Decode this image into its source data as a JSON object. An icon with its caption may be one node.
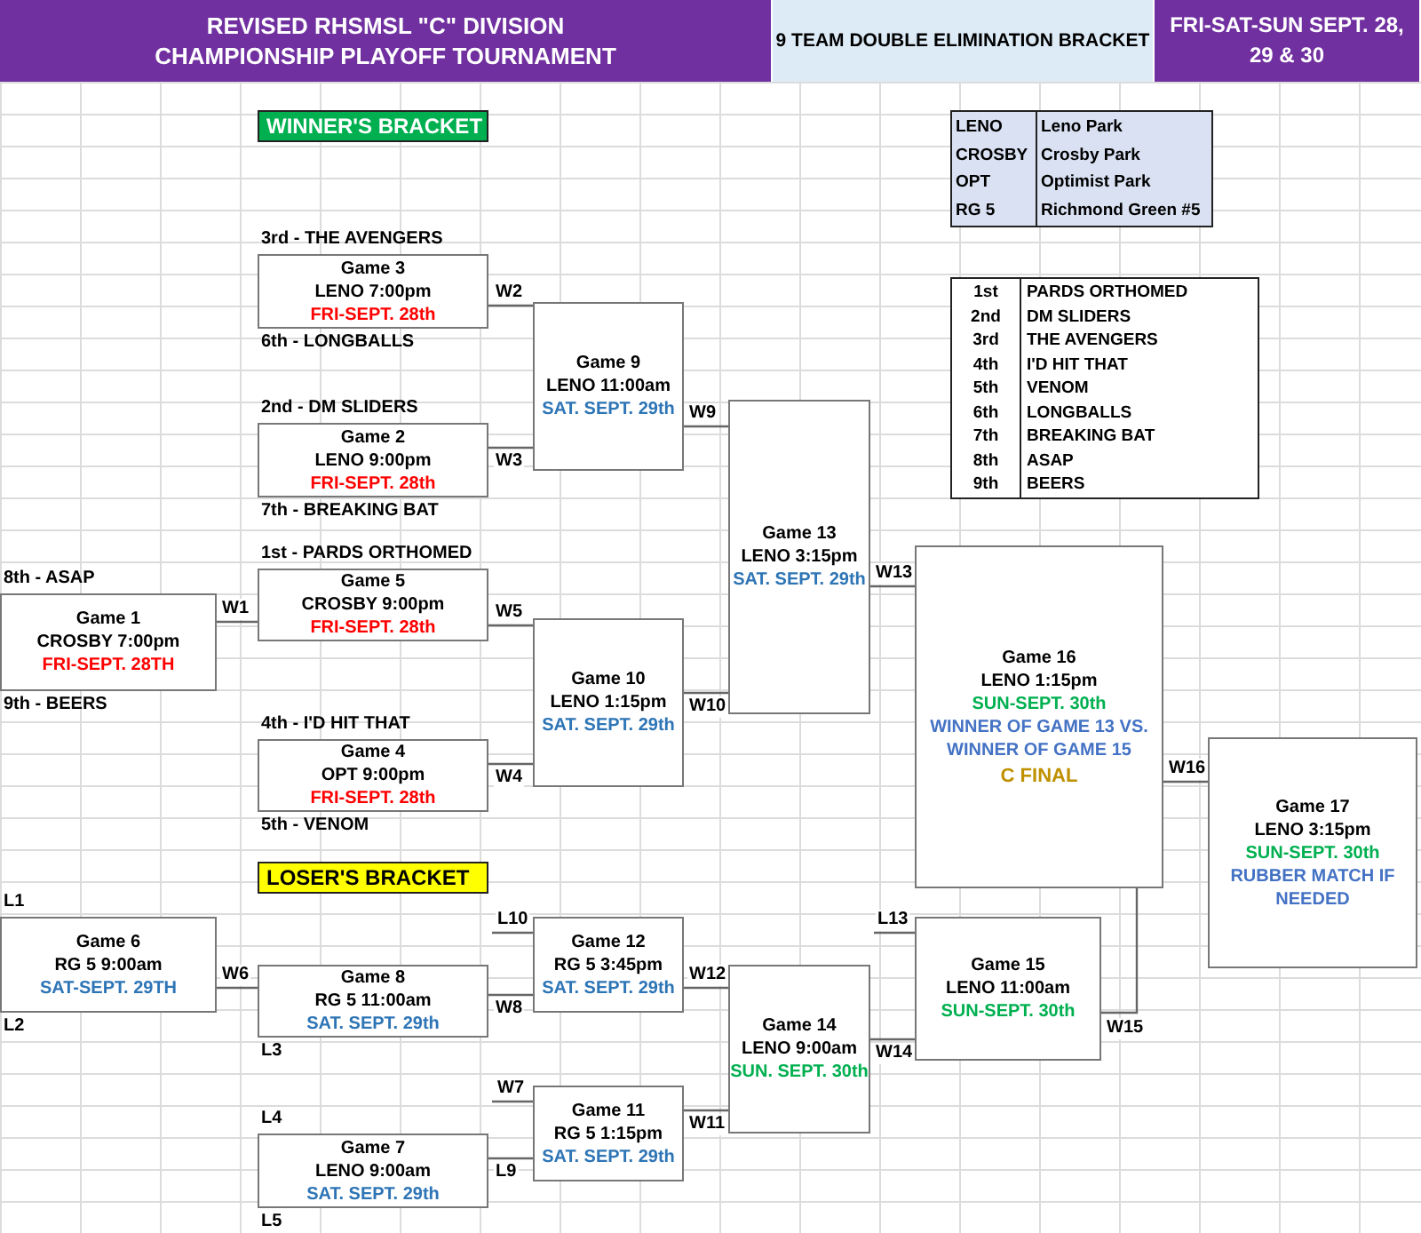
{
  "diagram": {
    "title": "REVISED RHSMSL \"C\" DIVISION CHAMPIONSHIP PLAYOFF TOURNAMENT",
    "nodes": [
      {
        "text": [
          "WINNER'S BRACKET"
        ]
      },
      {
        "text": [
          "Game 3",
          "LENO 7:00pm",
          "FRI-SEPT. 28th"
        ],
        "beside": [
          "3rd - THE AVENGERS",
          "6th - LONGBALLS"
        ]
      },
      {
        "text": [
          "Game 9",
          "LENO 11:00am",
          "SAT. SEPT. 29th"
        ]
      },
      {
        "text": [
          "Game 2",
          "LENO 9:00pm",
          "FRI-SEPT. 28th"
        ],
        "beside": [
          "2nd - DM SLIDERS",
          "7th - BREAKING BAT"
        ]
      },
      {
        "text": [
          "Game 13",
          "LENO 3:15pm",
          "SAT. SEPT. 29th"
        ]
      },
      {
        "text": [
          "Game 5",
          "CROSBY 9:00pm",
          "FRI-SEPT. 28th"
        ],
        "beside": [
          "1st - PARDS ORTHOMED"
        ]
      },
      {
        "text": [
          "Game 1",
          "CROSBY 7:00pm",
          "FRI-SEPT. 28TH"
        ],
        "beside": [
          "8th - ASAP",
          "9th - BEERS"
        ]
      },
      {
        "text": [
          "Game 10",
          "LENO 1:15pm",
          "SAT. SEPT. 29th"
        ]
      },
      {
        "text": [
          "Game 4",
          "OPT 9:00pm",
          "FRI-SEPT. 28th"
        ],
        "beside": [
          "4th - I'D HIT THAT",
          "5th - VENOM"
        ]
      },
      {
        "text": [
          "Game 16",
          "LENO 1:15pm",
          "SUN-SEPT. 30th",
          "WINNER OF GAME 13 VS. WINNER OF GAME 15",
          "C FINAL"
        ]
      },
      {
        "text": [
          "Game 17",
          "LENO 3:15pm",
          "SUN-SEPT. 30th",
          "RUBBER MATCH IF NEEDED"
        ]
      },
      {
        "text": [
          "LOSER'S BRACKET"
        ]
      },
      {
        "text": [
          "Game 6",
          "RG 5 9:00am",
          "SAT-SEPT. 29TH"
        ],
        "beside": [
          "L1",
          "L2"
        ]
      },
      {
        "text": [
          "Game 8",
          "RG 5 11:00am",
          "SAT. SEPT. 29th"
        ],
        "beside": [
          "L3"
        ]
      },
      {
        "text": [
          "Game 12",
          "RG 5 3:45pm",
          "SAT. SEPT. 29th"
        ]
      },
      {
        "text": [
          "Game 15",
          "LENO 11:00am",
          "SUN-SEPT. 30th"
        ]
      },
      {
        "text": [
          "Game 14",
          "LENO 9:00am",
          "SUN. SEPT. 30th"
        ]
      },
      {
        "text": [
          "Game 11",
          "RG 5 1:15pm",
          "SAT. SEPT. 29th"
        ]
      },
      {
        "text": [
          "Game 7",
          "LENO 9:00am",
          "SAT. SEPT. 29th"
        ],
        "beside": [
          "L4",
          "L5"
        ]
      }
    ],
    "edges": [
      {
        "from": 6,
        "to": 5,
        "arrow": "none",
        "label": "W1"
      },
      {
        "from": 1,
        "to": 2,
        "arrow": "none",
        "label": "W2"
      },
      {
        "from": 3,
        "to": 2,
        "arrow": "none",
        "label": "W3"
      },
      {
        "from": 5,
        "to": 7,
        "arrow": "none",
        "label": "W5"
      },
      {
        "from": 8,
        "to": 7,
        "arrow": "none",
        "label": "W4"
      },
      {
        "from": 2,
        "to": 4,
        "arrow": "none",
        "label": "W9"
      },
      {
        "from": 7,
        "to": 4,
        "arrow": "none",
        "label": "W10"
      },
      {
        "from": 4,
        "to": 9,
        "arrow": "none",
        "label": "W13"
      },
      {
        "from": 9,
        "to": 10,
        "arrow": "none",
        "label": "W16"
      },
      {
        "from": null,
        "to": 14,
        "arrow": "none",
        "label": "L10"
      },
      {
        "from": 12,
        "to": 13,
        "arrow": "none",
        "label": "W6"
      },
      {
        "from": 13,
        "to": 14,
        "arrow": "none",
        "label": "W8"
      },
      {
        "from": null,
        "to": 17,
        "arrow": "none",
        "label": "W7"
      },
      {
        "from": 18,
        "to": 17,
        "arrow": "none",
        "label": "L9"
      },
      {
        "from": 14,
        "to": 16,
        "arrow": "none",
        "label": "W12"
      },
      {
        "from": 17,
        "to": 16,
        "arrow": "none",
        "label": "W11"
      },
      {
        "from": null,
        "to": 15,
        "arrow": "none",
        "label": "L13"
      },
      {
        "from": 16,
        "to": 15,
        "arrow": "none",
        "label": "W14"
      },
      {
        "from": 15,
        "to": 9,
        "arrow": "none",
        "label": "W15"
      }
    ],
    "labels": [
      "9 TEAM DOUBLE ELIMINATION BRACKET",
      "FRI-SAT-SUN SEPT. 28, 29 & 30",
      "LENO",
      "Leno Park",
      "CROSBY",
      "Crosby Park",
      "OPT",
      "Optimist Park",
      "RG 5",
      "Richmond Green #5",
      "1st",
      "PARDS ORTHOMED",
      "2nd",
      "DM SLIDERS",
      "3rd",
      "THE AVENGERS",
      "4th",
      "I'D HIT THAT",
      "5th",
      "VENOM",
      "6th",
      "LONGBALLS",
      "7th",
      "BREAKING BAT",
      "8th",
      "ASAP",
      "9th",
      "BEERS"
    ]
  }
}
